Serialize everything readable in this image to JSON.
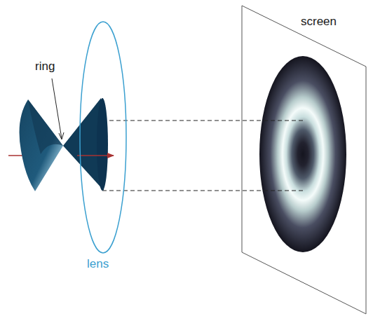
{
  "diagram": {
    "labels": [
      "ring",
      "lens",
      "screen"
    ]
  }
}
